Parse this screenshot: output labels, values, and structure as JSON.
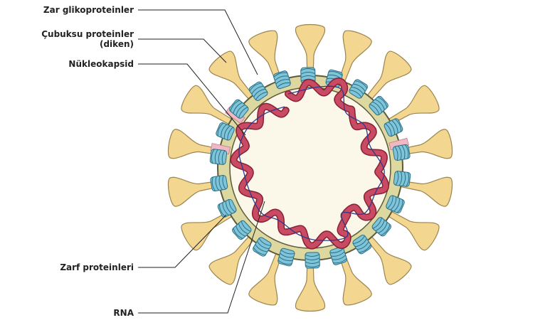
{
  "labels": {
    "zar_glikoproteinler": "Zar glikoproteinler",
    "cubuksu_line1": "Çubuksu proteinler",
    "cubuksu_line2": "(diken)",
    "nukleokapsid": "Nükleokapsid",
    "zarf_proteinleri": "Zarf proteinleri",
    "rna": "RNA"
  },
  "colors": {
    "spike_fill": "#f3d690",
    "spike_stroke": "#9a8450",
    "envelope_fill": "#ddd7a0",
    "envelope_stroke": "#5d5a3a",
    "interior_fill": "#fbf8ea",
    "membrane_protein_fill": "#7fc4d8",
    "membrane_protein_stroke": "#2a6f86",
    "envelope_protein_fill": "#f0b8c2",
    "nucleocapsid_fill": "#c94b63",
    "nucleocapsid_stroke": "#8a2035",
    "rna_line": "#2b3a8c",
    "leader_line": "#222222"
  },
  "icons": [
    "spike-protein-icon",
    "membrane-glycoprotein-icon",
    "envelope-protein-icon",
    "nucleocapsid-bead-icon"
  ]
}
